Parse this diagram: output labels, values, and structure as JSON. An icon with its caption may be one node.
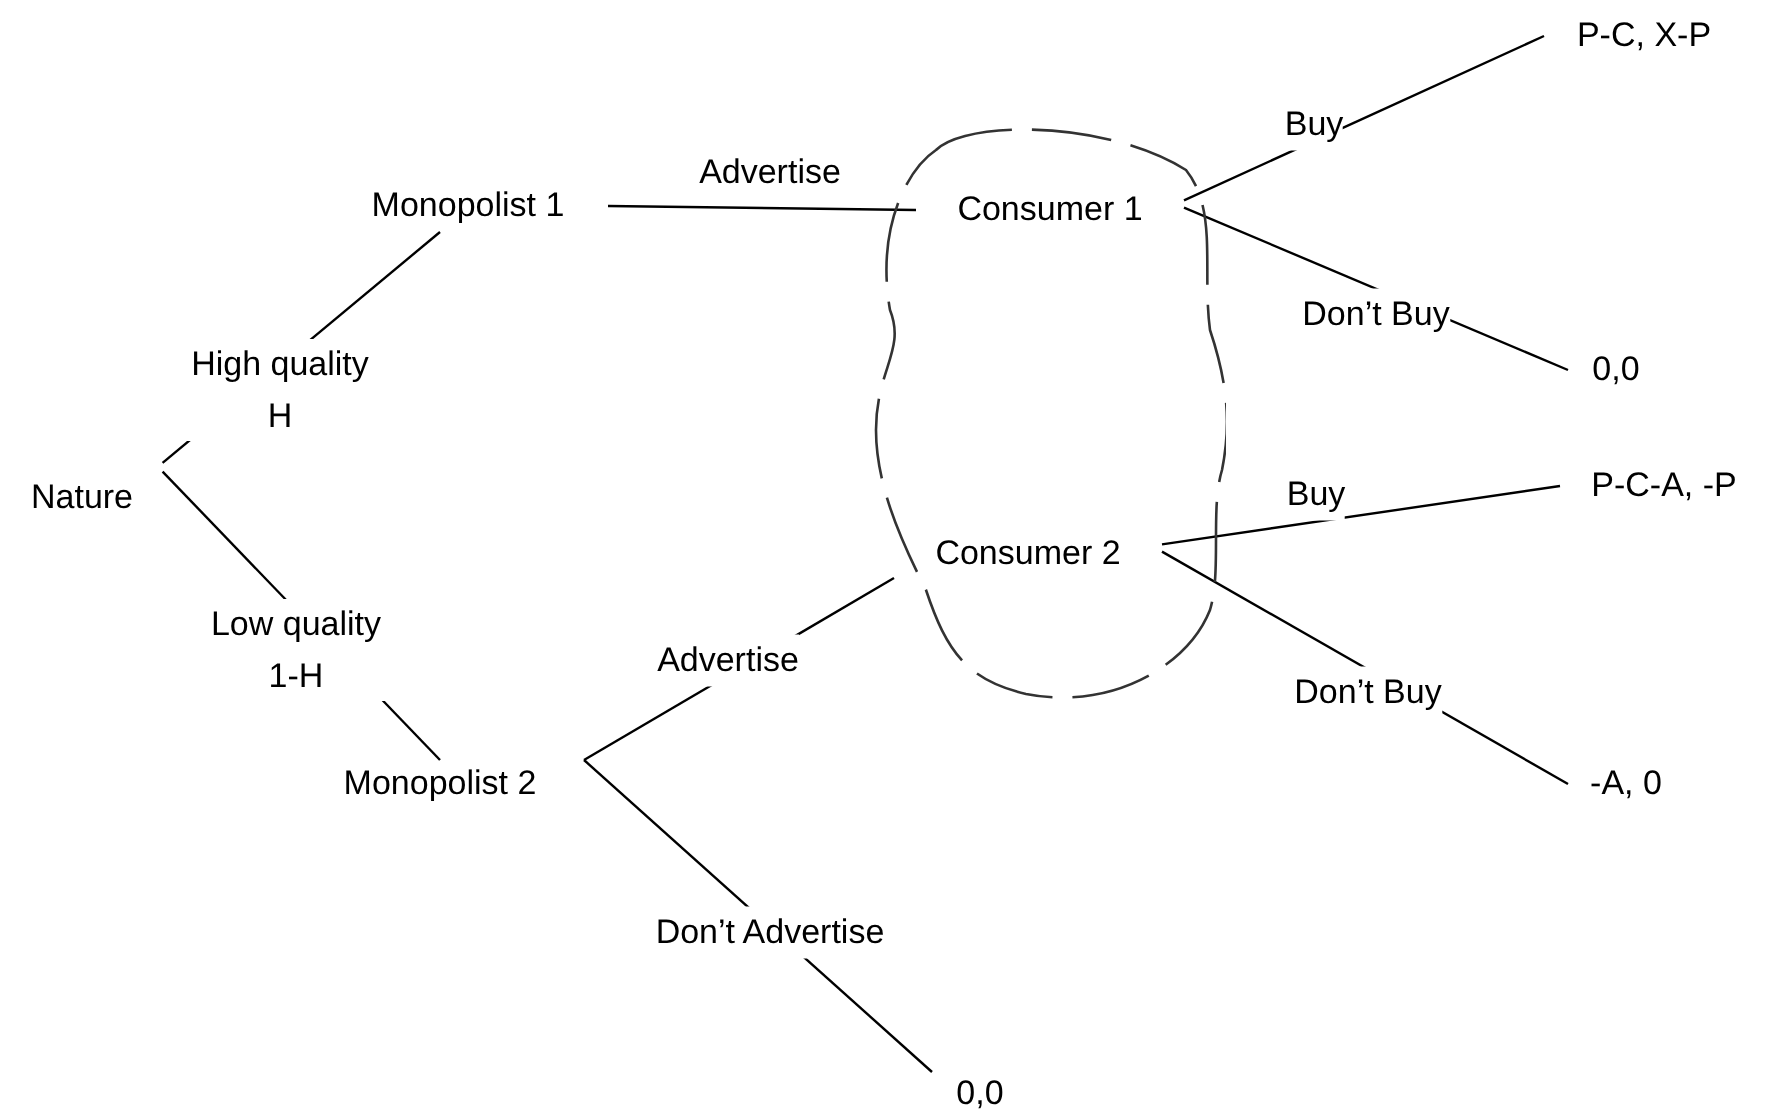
{
  "diagram": {
    "nodes": [
      {
        "text": [
          "Nature"
        ]
      },
      {
        "text": [
          "Monopolist 1"
        ]
      },
      {
        "text": [
          "Monopolist 2"
        ]
      },
      {
        "text": [],
        "shape": "cloud"
      },
      {
        "text": [
          "Consumer 1"
        ],
        "in": 3
      },
      {
        "text": [
          "Consumer 2"
        ],
        "in": 3
      },
      {
        "text": [
          "P-C, X-P"
        ]
      },
      {
        "text": [
          "0,0"
        ]
      },
      {
        "text": [
          "P-C-A, -P"
        ]
      },
      {
        "text": [
          "-A, 0"
        ]
      },
      {
        "text": [
          "0,0"
        ]
      }
    ],
    "edges": [
      {
        "from": 0,
        "to": 1,
        "arrow": "none",
        "label": "High quality H"
      },
      {
        "from": 0,
        "to": 2,
        "arrow": "none",
        "label": "Low quality 1-H"
      },
      {
        "from": 1,
        "to": 4,
        "arrow": "none",
        "label": "Advertise"
      },
      {
        "from": 2,
        "to": 5,
        "arrow": "none",
        "label": "Advertise"
      },
      {
        "from": 2,
        "to": 10,
        "arrow": "none",
        "label": "Don’t Advertise"
      },
      {
        "from": 4,
        "to": 6,
        "arrow": "none",
        "label": "Buy"
      },
      {
        "from": 4,
        "to": 7,
        "arrow": "none",
        "label": "Don’t Buy"
      },
      {
        "from": 5,
        "to": 8,
        "arrow": "none",
        "label": "Buy"
      },
      {
        "from": 5,
        "to": 9,
        "arrow": "none",
        "label": "Don’t Buy"
      }
    ]
  }
}
